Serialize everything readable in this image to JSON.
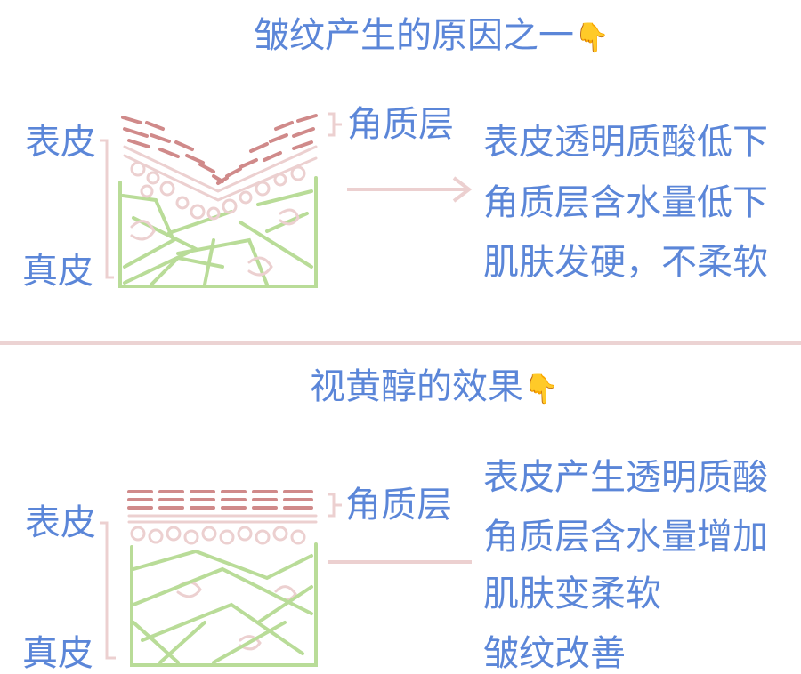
{
  "colors": {
    "text": "#5b86d8",
    "corneum": "#d08a8a",
    "epidermis": "#ecd0d0",
    "dermis": "#b9dc98",
    "divider": "#ecd3d3"
  },
  "section1": {
    "title": "皱纹产生的原因之一",
    "title_icon": "👇",
    "label_epidermis": "表皮",
    "label_dermis": "真皮",
    "label_corneum": "角质层",
    "effects": [
      "表皮透明质酸低下",
      "角质层含水量低下",
      "肌肤发硬，不柔软"
    ]
  },
  "section2": {
    "title": "视黄醇的效果",
    "title_icon": "👇",
    "label_epidermis": "表皮",
    "label_dermis": "真皮",
    "label_corneum": "角质层",
    "effects": [
      "表皮产生透明质酸",
      "角质层含水量增加",
      "肌肤变柔软",
      "皱纹改善"
    ]
  }
}
